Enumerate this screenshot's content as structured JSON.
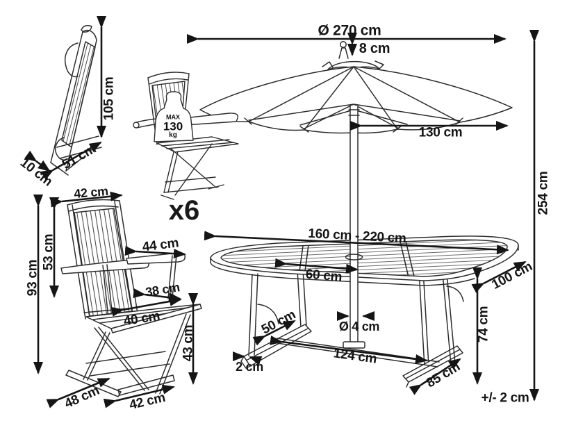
{
  "colors": {
    "ink": "#151515",
    "line_art": "#2d2d2d",
    "background": "#ffffff"
  },
  "quantity": {
    "label": "x6"
  },
  "weight_badge": {
    "max": "MAX",
    "value": "130",
    "unit": "kg"
  },
  "folded_chair": {
    "height": "105 cm",
    "length": "51 cm",
    "thickness": "10 cm"
  },
  "umbrella": {
    "diameter": "Ø 270 cm",
    "finial_height": "8 cm",
    "canopy_radius": "130 cm",
    "total_height": "254 cm"
  },
  "table": {
    "length_range": "160 cm - 220 cm",
    "leaf_extension": "60 cm",
    "width": "100 cm",
    "height": "74 cm",
    "base_length": "124 cm",
    "foot_thickness": "2 cm",
    "foot_length": "85 cm",
    "leaf_width": "50 cm",
    "pole_diameter": "Ø 4 cm",
    "tolerance": "+/- 2 cm"
  },
  "armchair": {
    "back_width": "42 cm",
    "backrest_height": "53 cm",
    "total_height": "93 cm",
    "armrest_width": "44 cm",
    "seat_depth": "38 cm",
    "seat_width": "40 cm",
    "seat_height": "43 cm",
    "footprint_depth": "48 cm",
    "footprint_width": "42 cm"
  }
}
